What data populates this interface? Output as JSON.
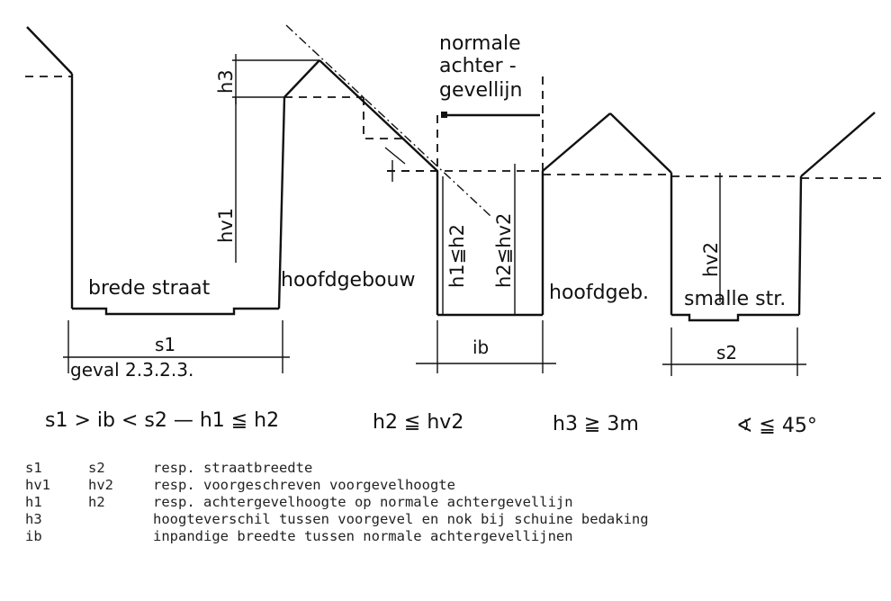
{
  "diagram": {
    "header_top": "normale",
    "header_mid": "achter -",
    "header_bot": "gevellijn",
    "brede_straat": "brede straat",
    "hoofdgebouw": "hoofdgebouw",
    "hoofdgeb": "hoofdgeb.",
    "smalle_str": "smalle str.",
    "h3": "h3",
    "hv1": "hv1",
    "hv2": "hv2",
    "h1_le_h2": "h1≦h2",
    "h2_le_hv2": "h2≦hv2",
    "s1": "s1",
    "s2": "s2",
    "ib": "ib",
    "geval": "geval 2.3.2.3."
  },
  "formulas": {
    "f1": "s1 > ib < s2 — h1 ≦ h2",
    "f2": "h2 ≦ hv2",
    "f3": "h3 ≧ 3m",
    "f4": "∢ ≦ 45°"
  },
  "legend": [
    {
      "a": "s1",
      "b": "s2",
      "desc": "resp. straatbreedte"
    },
    {
      "a": "hv1",
      "b": "hv2",
      "desc": "resp. voorgeschreven voorgevelhoogte"
    },
    {
      "a": "h1",
      "b": "h2",
      "desc": "resp. achtergevelhoogte op normale achtergevellijn"
    },
    {
      "a": "h3",
      "b": "",
      "desc": "hoogteverschil tussen voorgevel en nok bij schuine  bedaking"
    },
    {
      "a": "ib",
      "b": "",
      "desc": "inpandige breedte tussen normale achtergevellijnen"
    }
  ]
}
